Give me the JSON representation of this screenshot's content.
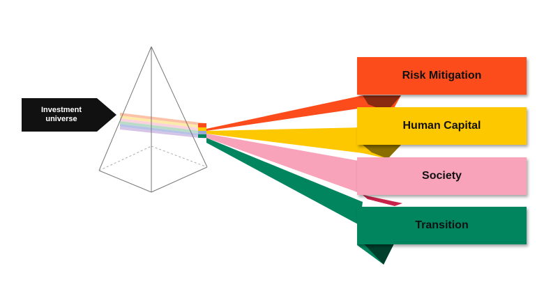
{
  "input": {
    "line1": "Investment",
    "line2": "universe",
    "color": "#111111"
  },
  "outputs": [
    {
      "label": "Risk Mitigation",
      "color": "#fc4c1c",
      "shade": "#8a2a10"
    },
    {
      "label": "Human Capital",
      "color": "#fdc800",
      "shade": "#8a6e00"
    },
    {
      "label": "Society",
      "color": "#f9a3bb",
      "shade": "#c8234a"
    },
    {
      "label": "Transition",
      "color": "#00855f",
      "shade": "#003f2c"
    }
  ]
}
